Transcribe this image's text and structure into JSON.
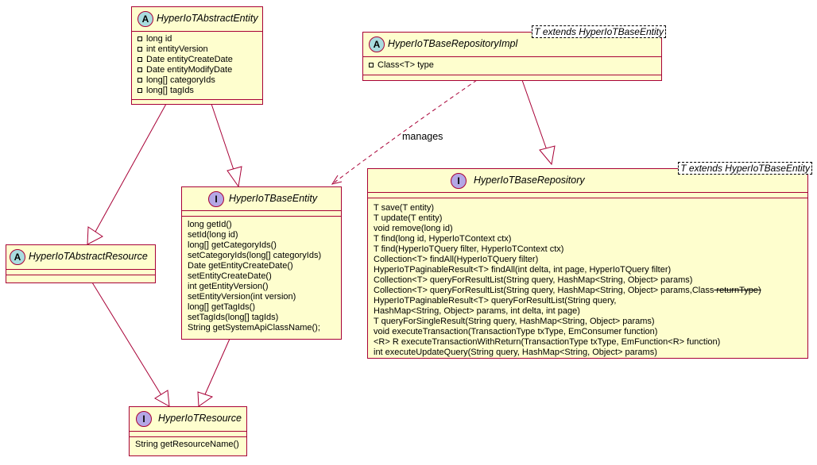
{
  "classes": {
    "abstract_entity": {
      "kind": "A",
      "name": "HyperIoTAbstractEntity",
      "fields": [
        "long id",
        "int entityVersion",
        "Date entityCreateDate",
        "Date entityModifyDate",
        "long[] categoryIds",
        "long[] tagIds"
      ]
    },
    "repo_impl": {
      "kind": "A",
      "name": "HyperIoTBaseRepositoryImpl",
      "generic": "T extends HyperIoTBaseEntity",
      "fields": [
        "Class<T> type"
      ]
    },
    "base_entity": {
      "kind": "I",
      "name": "HyperIoTBaseEntity",
      "methods": [
        "long getId()",
        "setId(long id)",
        "long[] getCategoryIds()",
        "setCategoryIds(long[] categoryIds)",
        "Date getEntityCreateDate()",
        "setEntityCreateDate()",
        "int getEntityVersion()",
        "setEntityVersion(int version)",
        "long[] getTagIds()",
        "setTagIds(long[] tagIds)",
        "String getSystemApiClassName();"
      ]
    },
    "base_repository": {
      "kind": "I",
      "name": "HyperIoTBaseRepository",
      "generic": "T extends HyperIoTBaseEntity",
      "methods": [
        "T save(T entity)",
        "T update(T entity)",
        "void remove(long id)",
        "T find(long id, HyperIoTContext ctx)",
        "T find(HyperIoTQuery filter, HyperIoTContext ctx)",
        "Collection<T> findAll(HyperIoTQuery filter)",
        "HyperIoTPaginableResult<T> findAll(int delta, int page, HyperIoTQuery filter)",
        "Collection<T> queryForResultList(String query, HashMap<String, Object> params)",
        "HyperIoTPaginableResult<T> queryForResultList(String query,",
        "HashMap<String, Object> params, int delta, int page)",
        "T queryForSingleResult(String query, HashMap<String, Object> params)",
        "void executeTransaction(TransactionType txType, EmConsumer function)",
        "<R> R executeTransactionWithReturn(TransactionType txType, EmFunction<R> function)",
        "int executeUpdateQuery(String query, HashMap<String, Object> params)"
      ],
      "method_with_strike": {
        "prefix": "Collection<T> queryForResultList(String query, HashMap<String, Object> params,Class",
        "struck": " returnType)"
      }
    },
    "abstract_resource": {
      "kind": "A",
      "name": "HyperIoTAbstractResource"
    },
    "resource": {
      "kind": "I",
      "name": "HyperIoTResource",
      "methods": [
        "String getResourceName()"
      ]
    }
  },
  "relations": {
    "manages_label": "manages"
  },
  "colors": {
    "class_fill": "#FEFECE",
    "border": "#A80036",
    "abstract_badge": "#A9DCDF",
    "interface_badge": "#B4A7E5"
  }
}
